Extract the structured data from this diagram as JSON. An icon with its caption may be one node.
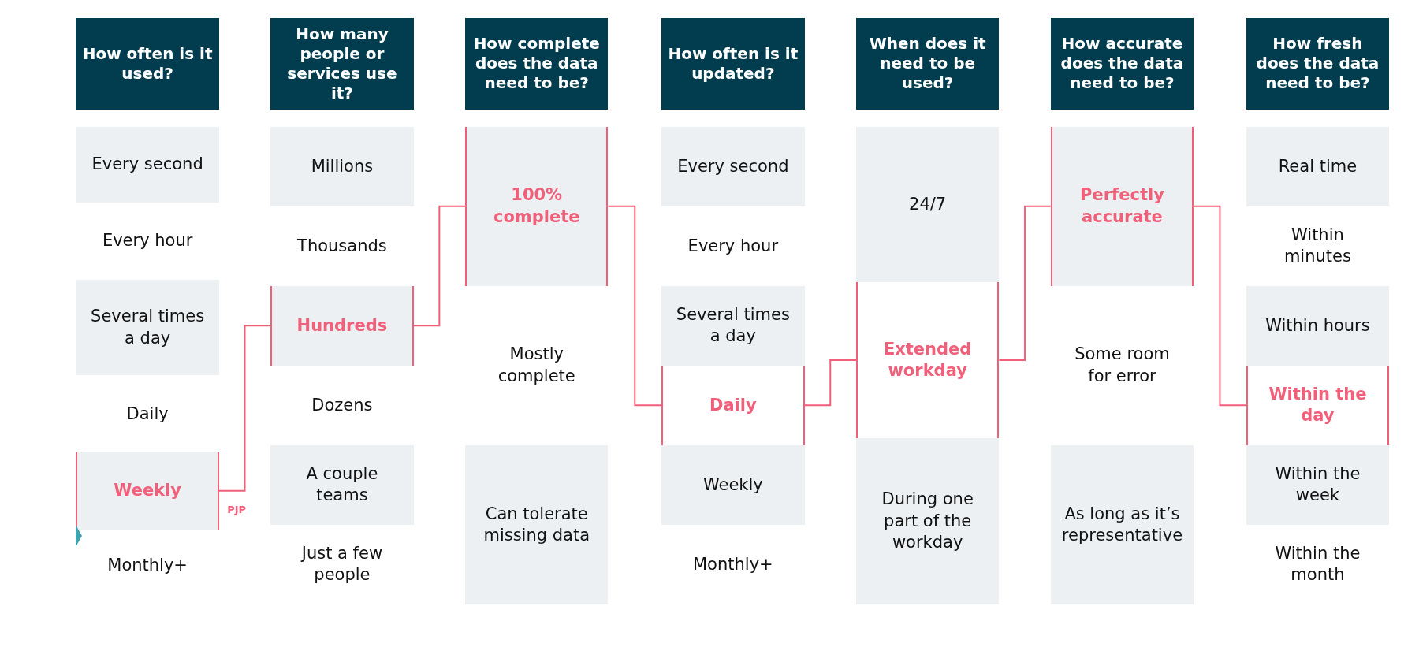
{
  "diagram": {
    "nodes": [
      {
        "text": [
          "How often is it used?"
        ]
      },
      {
        "text": [
          "Every second"
        ]
      },
      {
        "text": [
          "Every hour"
        ]
      },
      {
        "text": [
          "Several times a day"
        ]
      },
      {
        "text": [
          "Daily"
        ]
      },
      {
        "text": [
          "Weekly"
        ]
      },
      {
        "text": [
          "Monthly+"
        ]
      },
      {
        "text": [
          "How many people or services use it?"
        ]
      },
      {
        "text": [
          "Millions"
        ]
      },
      {
        "text": [
          "Thousands"
        ]
      },
      {
        "text": [
          "Hundreds"
        ]
      },
      {
        "text": [
          "Dozens"
        ]
      },
      {
        "text": [
          "A couple teams"
        ]
      },
      {
        "text": [
          "Just a few people"
        ]
      },
      {
        "text": [
          "How complete does the data need to be?"
        ]
      },
      {
        "text": [
          "100% complete"
        ]
      },
      {
        "text": [
          "Mostly complete"
        ]
      },
      {
        "text": [
          "Can tolerate missing data"
        ]
      },
      {
        "text": [
          "How often is it updated?"
        ]
      },
      {
        "text": [
          "Every second"
        ]
      },
      {
        "text": [
          "Every hour"
        ]
      },
      {
        "text": [
          "Several times a day"
        ]
      },
      {
        "text": [
          "Daily"
        ]
      },
      {
        "text": [
          "Weekly"
        ]
      },
      {
        "text": [
          "Monthly+"
        ]
      },
      {
        "text": [
          "When does it need to be used?"
        ]
      },
      {
        "text": [
          "24/7"
        ]
      },
      {
        "text": [
          "Extended workday"
        ]
      },
      {
        "text": [
          "During one part of the workday"
        ]
      },
      {
        "text": [
          "How accurate does the data need to be?"
        ]
      },
      {
        "text": [
          "Perfectly accurate"
        ]
      },
      {
        "text": [
          "Some room for error"
        ]
      },
      {
        "text": [
          "As long as it’s representative"
        ]
      },
      {
        "text": [
          "How fresh does the data need to be?"
        ]
      },
      {
        "text": [
          "Real time"
        ]
      },
      {
        "text": [
          "Within minutes"
        ]
      },
      {
        "text": [
          "Within hours"
        ]
      },
      {
        "text": [
          "Within the day"
        ]
      },
      {
        "text": [
          "Within the week"
        ]
      },
      {
        "text": [
          "Within the month"
        ]
      }
    ],
    "edges": [
      {
        "from": 5,
        "to": 10,
        "arrow": "none"
      },
      {
        "from": 10,
        "to": 15,
        "arrow": "none"
      },
      {
        "from": 15,
        "to": 22,
        "arrow": "none"
      },
      {
        "from": 22,
        "to": 27,
        "arrow": "none"
      },
      {
        "from": 27,
        "to": 30,
        "arrow": "none"
      },
      {
        "from": 30,
        "to": 37,
        "arrow": "none"
      }
    ],
    "labels": [
      "PJP"
    ]
  }
}
